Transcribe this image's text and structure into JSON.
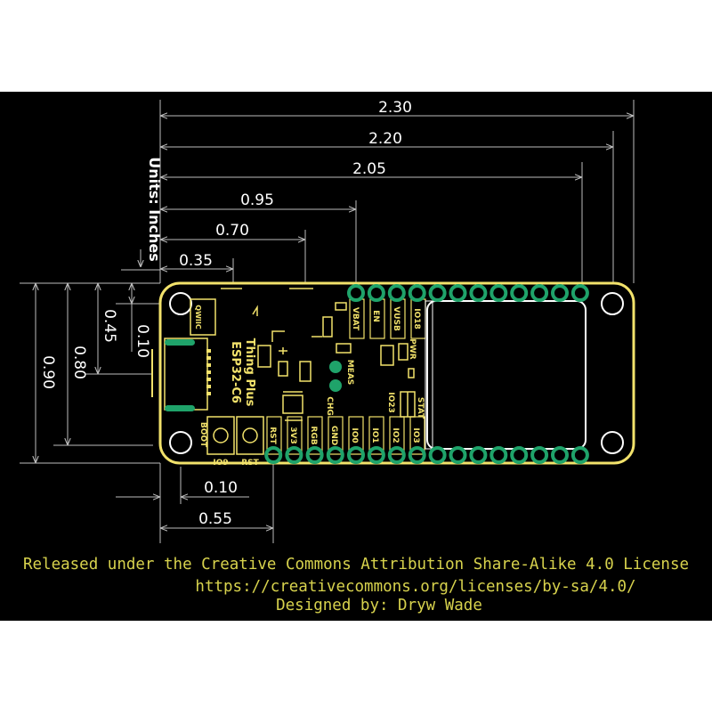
{
  "drawing": {
    "units_label": "Units: Inches",
    "colors": {
      "background": "#000000",
      "silkscreen": "#f2e26b",
      "dimension_lines": "#bdbdbd",
      "dimension_text": "#ffffff",
      "pads": "#1fa36a",
      "footer_text": "#d7d24d"
    }
  },
  "dimensions": {
    "top": [
      "2.30",
      "2.20",
      "2.05",
      "0.95",
      "0.70",
      "0.35"
    ],
    "left": [
      "0.90",
      "0.80",
      "0.45",
      "0.10"
    ],
    "bottom": [
      "0.10",
      "0.55"
    ]
  },
  "board": {
    "name_line1": "Thing Plus",
    "name_line2": "ESP32-C6",
    "top_pins": [
      "VBAT",
      "EN",
      "VUSB",
      "IO18"
    ],
    "bottom_pins": [
      "RST",
      "3V3",
      "RGB",
      "GND",
      "IO0",
      "IO1",
      "IO2",
      "IO3"
    ],
    "labels": {
      "qwiic": "QWIIC",
      "boot": "BOOT",
      "io9": "IO9",
      "rst": "RST",
      "meas": "MEAS",
      "chg": "CHG",
      "io23": "IO23",
      "pwr": "PWR",
      "stat": "STAT"
    }
  },
  "footer": {
    "license": "Released under the Creative Commons Attribution Share-Alike 4.0 License",
    "url": "https://creativecommons.org/licenses/by-sa/4.0/",
    "designer": "Designed by:  Dryw Wade"
  }
}
